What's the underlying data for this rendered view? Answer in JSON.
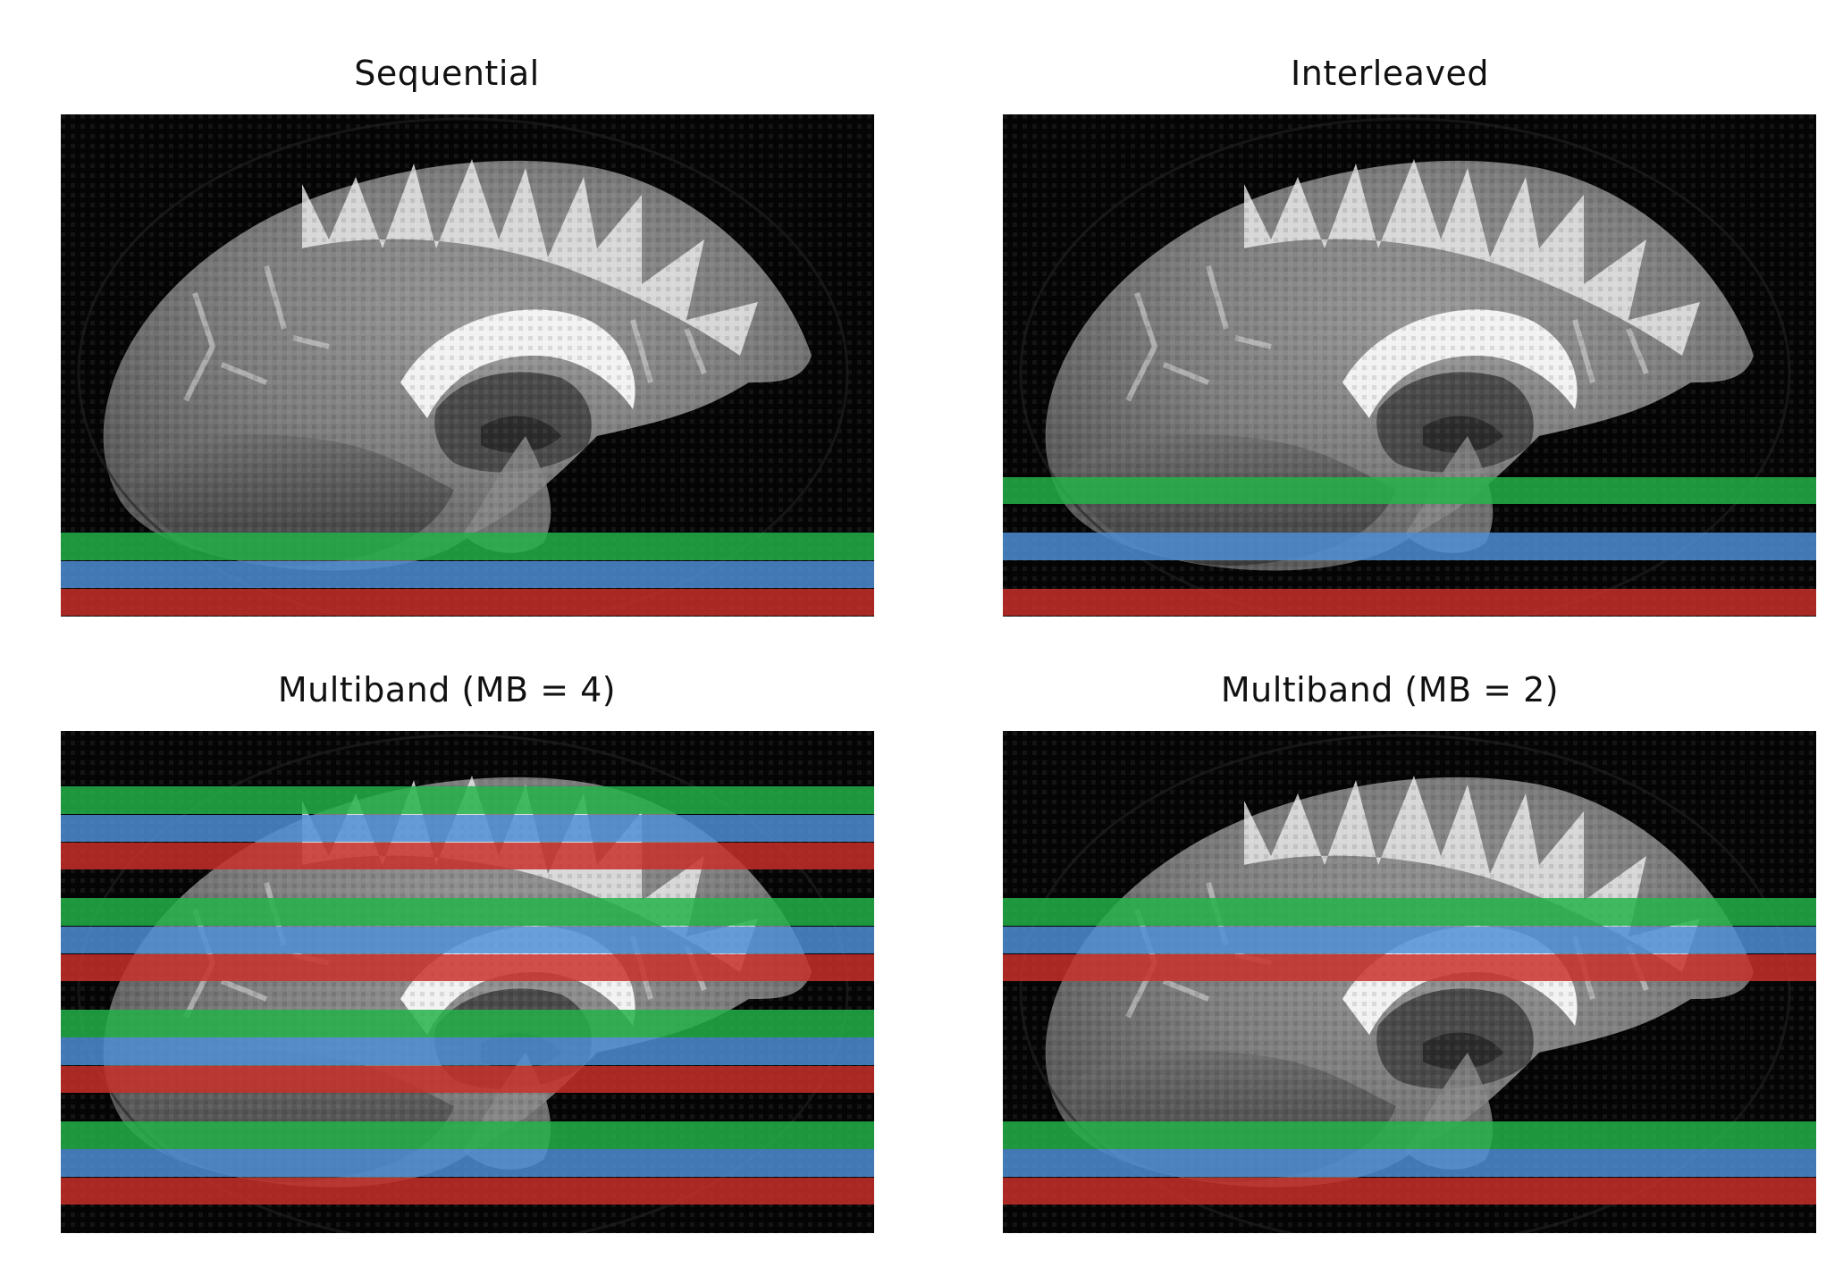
{
  "panels": [
    {
      "title": "Sequential",
      "bands": [
        {
          "color": "green",
          "slot": 15
        },
        {
          "color": "blue",
          "slot": 16
        },
        {
          "color": "red",
          "slot": 17
        }
      ]
    },
    {
      "title": "Interleaved",
      "bands": [
        {
          "color": "green",
          "slot": 13
        },
        {
          "color": "blue",
          "slot": 15
        },
        {
          "color": "red",
          "slot": 17
        }
      ]
    },
    {
      "title": "Multiband (MB = 4)",
      "bands": [
        {
          "color": "green",
          "slot": 2
        },
        {
          "color": "blue",
          "slot": 3
        },
        {
          "color": "red",
          "slot": 4
        },
        {
          "color": "green",
          "slot": 6
        },
        {
          "color": "blue",
          "slot": 7
        },
        {
          "color": "red",
          "slot": 8
        },
        {
          "color": "green",
          "slot": 10
        },
        {
          "color": "blue",
          "slot": 11
        },
        {
          "color": "red",
          "slot": 12
        },
        {
          "color": "green",
          "slot": 14
        },
        {
          "color": "blue",
          "slot": 15
        },
        {
          "color": "red",
          "slot": 16
        }
      ]
    },
    {
      "title": "Multiband (MB = 2)",
      "bands": [
        {
          "color": "green",
          "slot": 6
        },
        {
          "color": "blue",
          "slot": 7
        },
        {
          "color": "red",
          "slot": 8
        },
        {
          "color": "green",
          "slot": 14
        },
        {
          "color": "blue",
          "slot": 15
        },
        {
          "color": "red",
          "slot": 16
        }
      ]
    }
  ],
  "colors": {
    "green": "#22b34a",
    "blue": "#4f8fd6",
    "red": "#c9302a",
    "background": "#ffffff",
    "image_background": "#050505"
  }
}
